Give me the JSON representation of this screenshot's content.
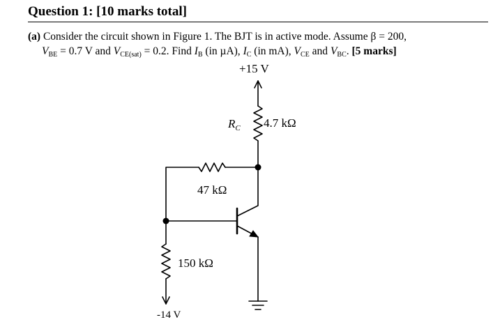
{
  "question": {
    "title": "Question 1: [10 marks total]"
  },
  "part_a": {
    "label": "(a)",
    "sentence1": " Consider the circuit shown in Figure 1. The BJT is in active mode. Assume β = 200,",
    "vbe_sym": "V",
    "vbe_sub": "BE",
    "vbe_val": " = 0.7 V and ",
    "vce_sym": "V",
    "vce_sub": "CE(sat)",
    "vce_val": " = 0.2. Find ",
    "ib_sym": "I",
    "ib_sub": "B",
    "ib_unit": " (in µA), ",
    "ic_sym": "I",
    "ic_sub": "C",
    "ic_unit": " (in mA), ",
    "vce2_sym": "V",
    "vce2_sub": "CE",
    "and_text": " and ",
    "vbc_sym": "V",
    "vbc_sub": "BC",
    "end": ".  ",
    "marks": "[5 marks]"
  },
  "circuit": {
    "supply_top": "+15 V",
    "rc_sym": "R",
    "rc_sub": "C",
    "rc_value": "4.7 kΩ",
    "rf_value": "47 kΩ",
    "rb_value": "150 kΩ",
    "supply_bottom": "-14 V"
  }
}
